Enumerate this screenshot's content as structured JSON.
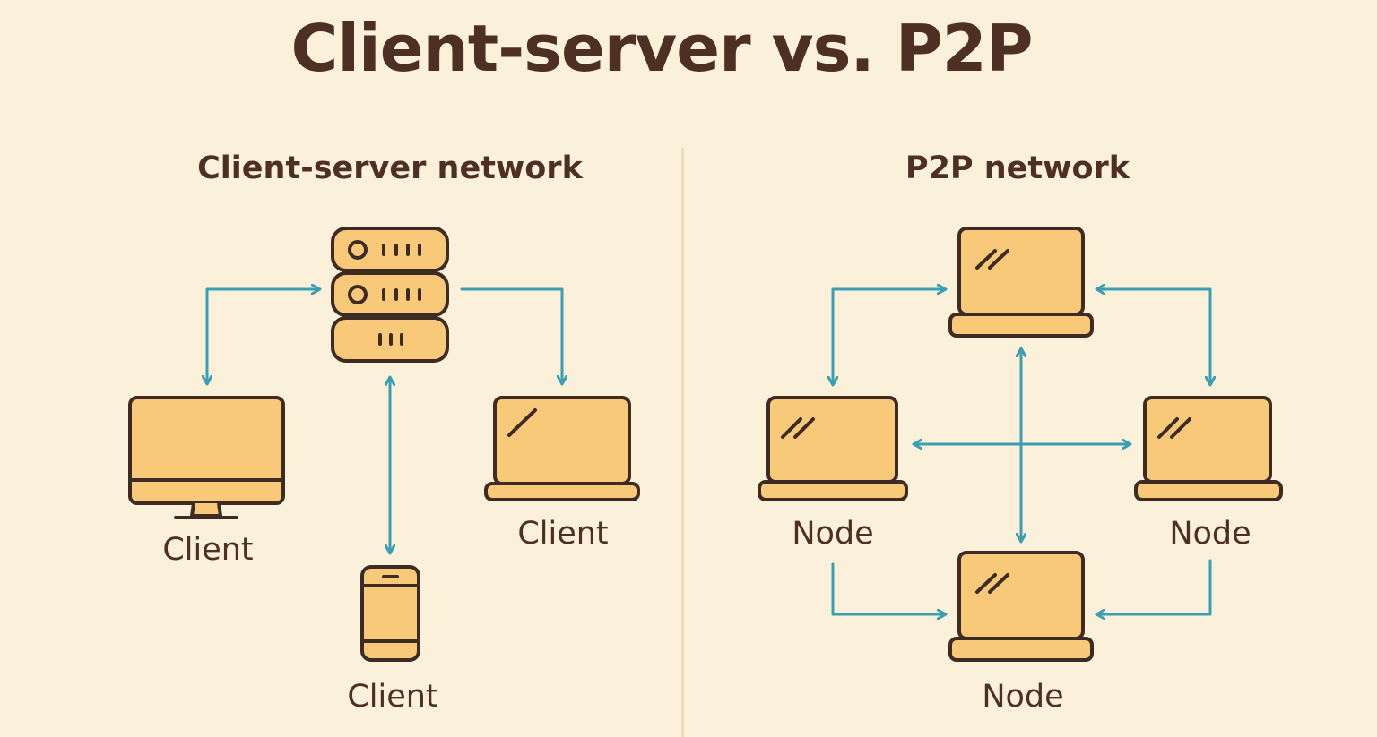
{
  "title": "Client-server vs. P2P",
  "client_server": {
    "heading": "Client-server network",
    "labels": {
      "desktop": "Client",
      "laptop": "Client",
      "phone": "Client"
    }
  },
  "p2p": {
    "heading": "P2P network",
    "labels": {
      "left": "Node",
      "right": "Node",
      "bottom": "Node"
    }
  },
  "colors": {
    "background": "#fbf0da",
    "device_fill": "#f7c978",
    "outline": "#3d2b24",
    "arrow": "#3a9fb3",
    "text": "#4e2f24"
  }
}
